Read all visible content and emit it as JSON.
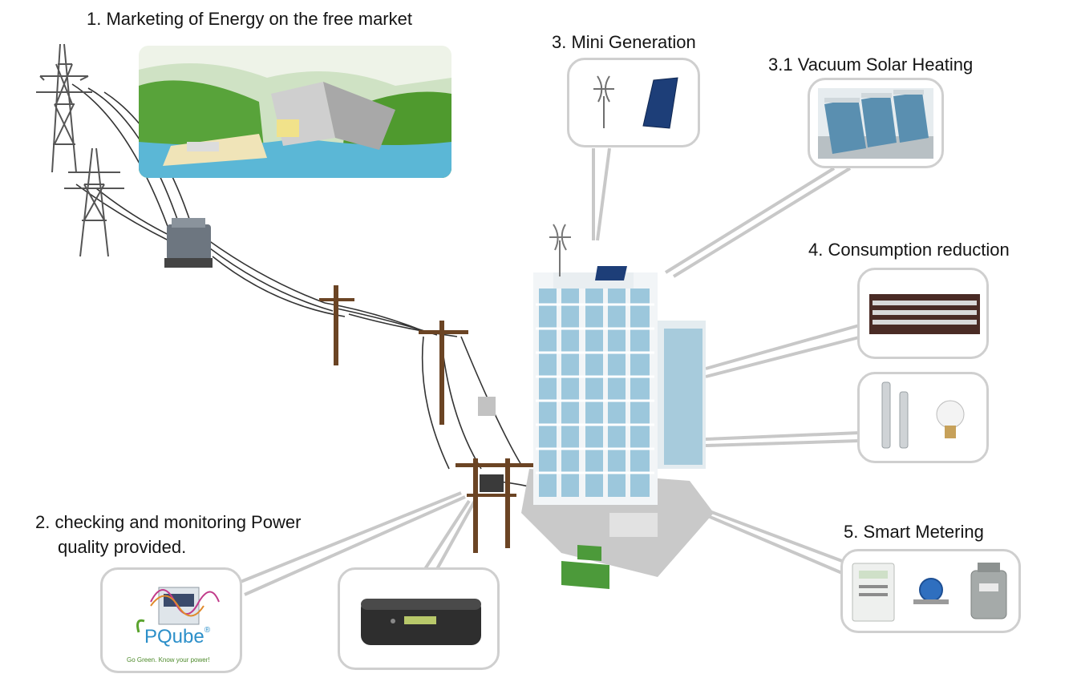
{
  "labels": {
    "marketing": "1. Marketing of Energy on the free market",
    "power_quality_line1": "2. checking and monitoring Power",
    "power_quality_line2": "quality provided.",
    "mini_generation": "3. Mini Generation",
    "vacuum_solar": "3.1 Vacuum Solar Heating",
    "consumption": "4. Consumption reduction",
    "smart_metering": "5. Smart Metering"
  },
  "pqube_logo": {
    "name": "PQube",
    "registered": "®",
    "tagline": "Go Green. Know your power!"
  },
  "colors": {
    "bubble_border": "#cfcfcf",
    "connector": "#c8c8c8",
    "pole_wood": "#6b4424",
    "tower_steel": "#555555",
    "building_glass": "#9cc7dc",
    "water": "#5bb7d6",
    "grass": "#4f9a2e"
  },
  "icons": [
    "transmission-tower-icon",
    "transformer-icon",
    "utility-pole-icon",
    "building-icon",
    "hydro-dam-illustration",
    "wind-turbine-icon",
    "solar-panel-icon",
    "vacuum-tube-solar-heater-icon",
    "fluorescent-tube-icon",
    "led-bulb-icon",
    "electric-meter-icon",
    "water-meter-icon",
    "gas-meter-icon",
    "power-quality-device-icon",
    "monitoring-box-icon"
  ]
}
